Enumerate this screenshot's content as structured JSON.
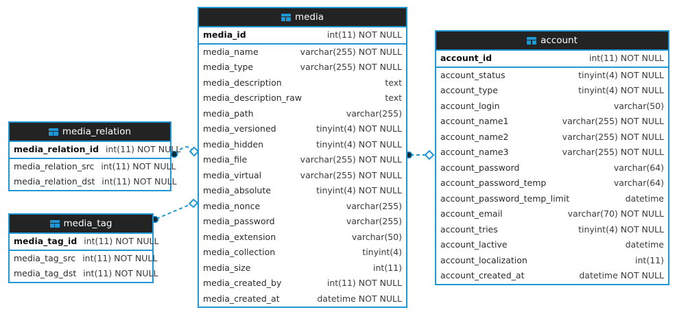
{
  "diagram": {
    "type": "entity-relationship-diagram",
    "background": "#ffffff",
    "accent_color": "#1e97d4",
    "header_color": "#232323",
    "header_text_color": "#ffffff",
    "entity_icon": "table-icon"
  },
  "entities": [
    {
      "id": "media",
      "name": "media",
      "primary_key": {
        "name": "media_id",
        "type": "int(11) NOT NULL"
      },
      "fields": [
        {
          "name": "media_name",
          "type": "varchar(255) NOT NULL"
        },
        {
          "name": "media_type",
          "type": "varchar(255) NOT NULL"
        },
        {
          "name": "media_description",
          "type": "text"
        },
        {
          "name": "media_description_raw",
          "type": "text"
        },
        {
          "name": "media_path",
          "type": "varchar(255)"
        },
        {
          "name": "media_versioned",
          "type": "tinyint(4) NOT NULL"
        },
        {
          "name": "media_hidden",
          "type": "tinyint(4) NOT NULL"
        },
        {
          "name": "media_file",
          "type": "varchar(255) NOT NULL"
        },
        {
          "name": "media_virtual",
          "type": "varchar(255) NOT NULL"
        },
        {
          "name": "media_absolute",
          "type": "tinyint(4) NOT NULL"
        },
        {
          "name": "media_nonce",
          "type": "varchar(255)"
        },
        {
          "name": "media_password",
          "type": "varchar(255)"
        },
        {
          "name": "media_extension",
          "type": "varchar(50)"
        },
        {
          "name": "media_collection",
          "type": "tinyint(4)"
        },
        {
          "name": "media_size",
          "type": "int(11)"
        },
        {
          "name": "media_created_by",
          "type": "int(11) NOT NULL"
        },
        {
          "name": "media_created_at",
          "type": "datetime NOT NULL"
        }
      ]
    },
    {
      "id": "account",
      "name": "account",
      "primary_key": {
        "name": "account_id",
        "type": "int(11) NOT NULL"
      },
      "fields": [
        {
          "name": "account_status",
          "type": "tinyint(4) NOT NULL"
        },
        {
          "name": "account_type",
          "type": "tinyint(4) NOT NULL"
        },
        {
          "name": "account_login",
          "type": "varchar(50)"
        },
        {
          "name": "account_name1",
          "type": "varchar(255) NOT NULL"
        },
        {
          "name": "account_name2",
          "type": "varchar(255) NOT NULL"
        },
        {
          "name": "account_name3",
          "type": "varchar(255) NOT NULL"
        },
        {
          "name": "account_password",
          "type": "varchar(64)"
        },
        {
          "name": "account_password_temp",
          "type": "varchar(64)"
        },
        {
          "name": "account_password_temp_limit",
          "type": "datetime"
        },
        {
          "name": "account_email",
          "type": "varchar(70) NOT NULL"
        },
        {
          "name": "account_tries",
          "type": "tinyint(4) NOT NULL"
        },
        {
          "name": "account_lactive",
          "type": "datetime"
        },
        {
          "name": "account_localization",
          "type": "int(11)"
        },
        {
          "name": "account_created_at",
          "type": "datetime NOT NULL"
        }
      ]
    },
    {
      "id": "media_relation",
      "name": "media_relation",
      "primary_key": {
        "name": "media_relation_id",
        "type": "int(11) NOT NULL"
      },
      "fields": [
        {
          "name": "media_relation_src",
          "type": "int(11) NOT NULL"
        },
        {
          "name": "media_relation_dst",
          "type": "int(11) NOT NULL"
        }
      ]
    },
    {
      "id": "media_tag",
      "name": "media_tag",
      "primary_key": {
        "name": "media_tag_id",
        "type": "int(11) NOT NULL"
      },
      "fields": [
        {
          "name": "media_tag_src",
          "type": "int(11) NOT NULL"
        },
        {
          "name": "media_tag_dst",
          "type": "int(11) NOT NULL"
        }
      ]
    }
  ],
  "relationships": [
    {
      "id": "rel-media_relation-media",
      "from": "media_relation",
      "to": "media",
      "from_marker": "filled-dot",
      "to_marker": "open-diamond",
      "line": "dashed"
    },
    {
      "id": "rel-media_tag-media",
      "from": "media_tag",
      "to": "media",
      "from_marker": "filled-dot",
      "to_marker": "open-diamond",
      "line": "dashed"
    },
    {
      "id": "rel-media-account",
      "from": "media",
      "to": "account",
      "from_marker": "filled-dot",
      "to_marker": "open-diamond",
      "line": "dashed"
    }
  ]
}
